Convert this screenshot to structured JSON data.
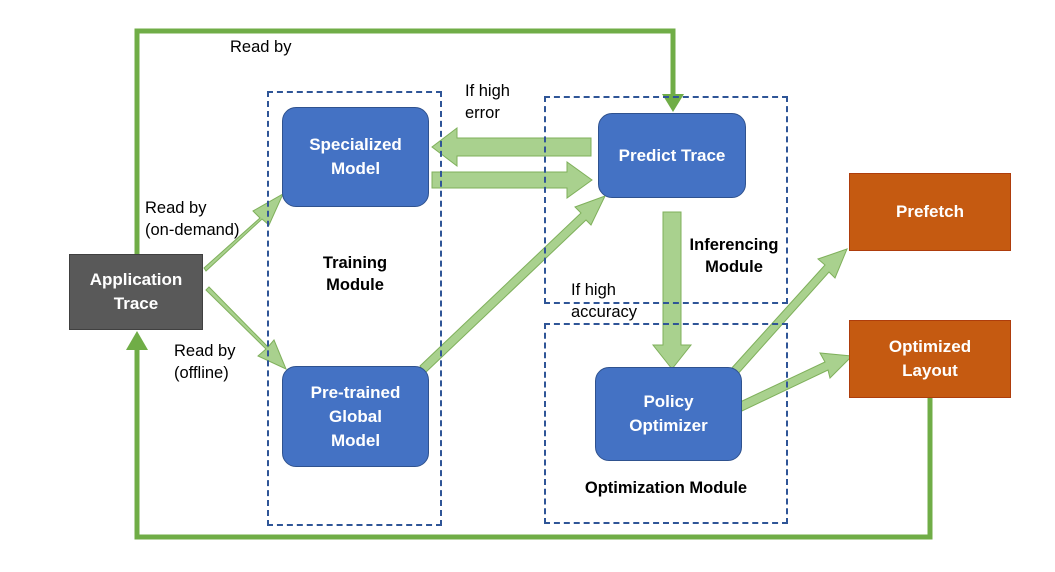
{
  "nodes": {
    "application_trace": "Application\nTrace",
    "specialized_model": "Specialized\nModel",
    "pretrained_global_model": "Pre-trained\nGlobal\nModel",
    "predict_trace": "Predict Trace",
    "policy_optimizer": "Policy\nOptimizer",
    "prefetch": "Prefetch",
    "optimized_layout": "Optimized\nLayout"
  },
  "modules": {
    "training": "Training\nModule",
    "inferencing": "Inferencing\nModule",
    "optimization": "Optimization Module"
  },
  "edge_labels": {
    "read_by_top": "Read by",
    "read_by_on_demand": "Read by\n(on-demand)",
    "read_by_offline": "Read by\n(offline)",
    "if_high_error": "If high\nerror",
    "if_high_accuracy": "If high\naccuracy"
  },
  "colors": {
    "process_box": "#4472c4",
    "output_box": "#c55a11",
    "source_box": "#595959",
    "arrow_fill": "#a9d18e",
    "loop_line": "#70ad47",
    "module_border": "#2f5597"
  }
}
